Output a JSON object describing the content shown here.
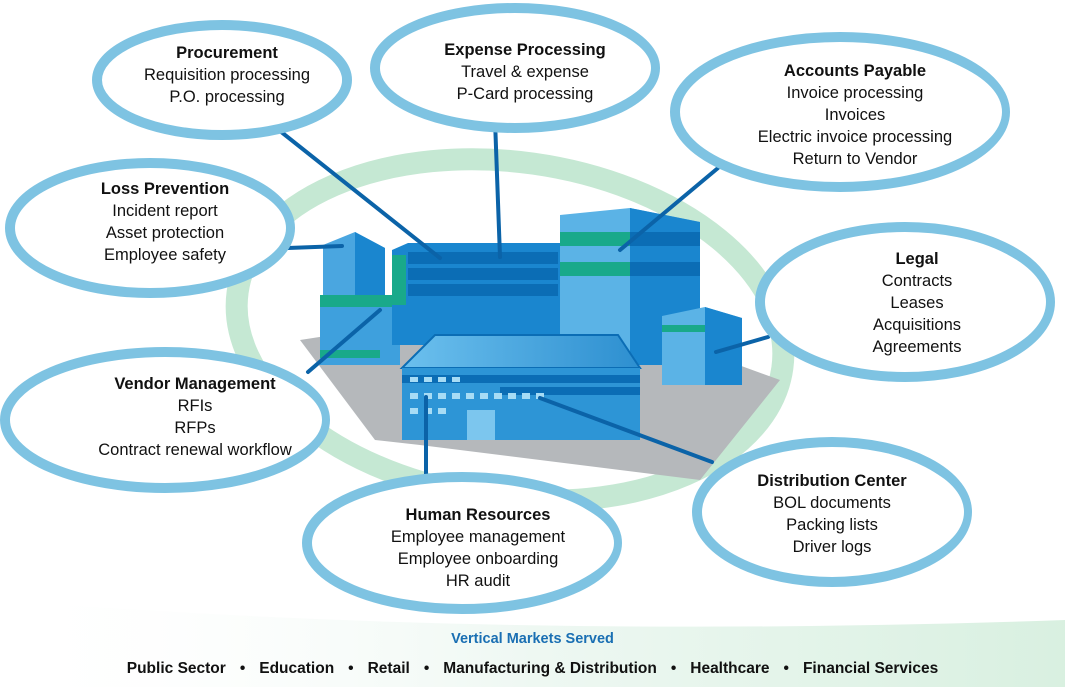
{
  "colors": {
    "ring": "#7ec3e2",
    "connector": "#0b63a8",
    "orbit": "#c5e8d3",
    "building_dark": "#0b7cc2",
    "building_light": "#5bb3e6",
    "building_accent": "#19a98a",
    "footer_title": "#1a6fb3"
  },
  "bubbles": [
    {
      "id": "procurement",
      "title": "Procurement",
      "items": [
        "Requisition processing",
        "P.O. processing"
      ]
    },
    {
      "id": "expense-processing",
      "title": "Expense Processing",
      "items": [
        "Travel & expense",
        "P-Card processing"
      ]
    },
    {
      "id": "accounts-payable",
      "title": "Accounts Payable",
      "items": [
        "Invoice processing",
        "Invoices",
        "Electric invoice processing",
        "Return to Vendor"
      ]
    },
    {
      "id": "loss-prevention",
      "title": "Loss Prevention",
      "items": [
        "Incident report",
        "Asset protection",
        "Employee safety"
      ]
    },
    {
      "id": "legal",
      "title": "Legal",
      "items": [
        "Contracts",
        "Leases",
        "Acquisitions",
        "Agreements"
      ]
    },
    {
      "id": "vendor-management",
      "title": "Vendor Management",
      "items": [
        "RFIs",
        "RFPs",
        "Contract renewal workflow"
      ]
    },
    {
      "id": "human-resources",
      "title": "Human Resources",
      "items": [
        "Employee management",
        "Employee onboarding",
        "HR audit"
      ]
    },
    {
      "id": "distribution-center",
      "title": "Distribution Center",
      "items": [
        "BOL documents",
        "Packing lists",
        "Driver logs"
      ]
    }
  ],
  "footer": {
    "title": "Vertical Markets Served",
    "markets": [
      "Public Sector",
      "Education",
      "Retail",
      "Manufacturing & Distribution",
      "Healthcare",
      "Financial Services"
    ],
    "separator": "•"
  }
}
